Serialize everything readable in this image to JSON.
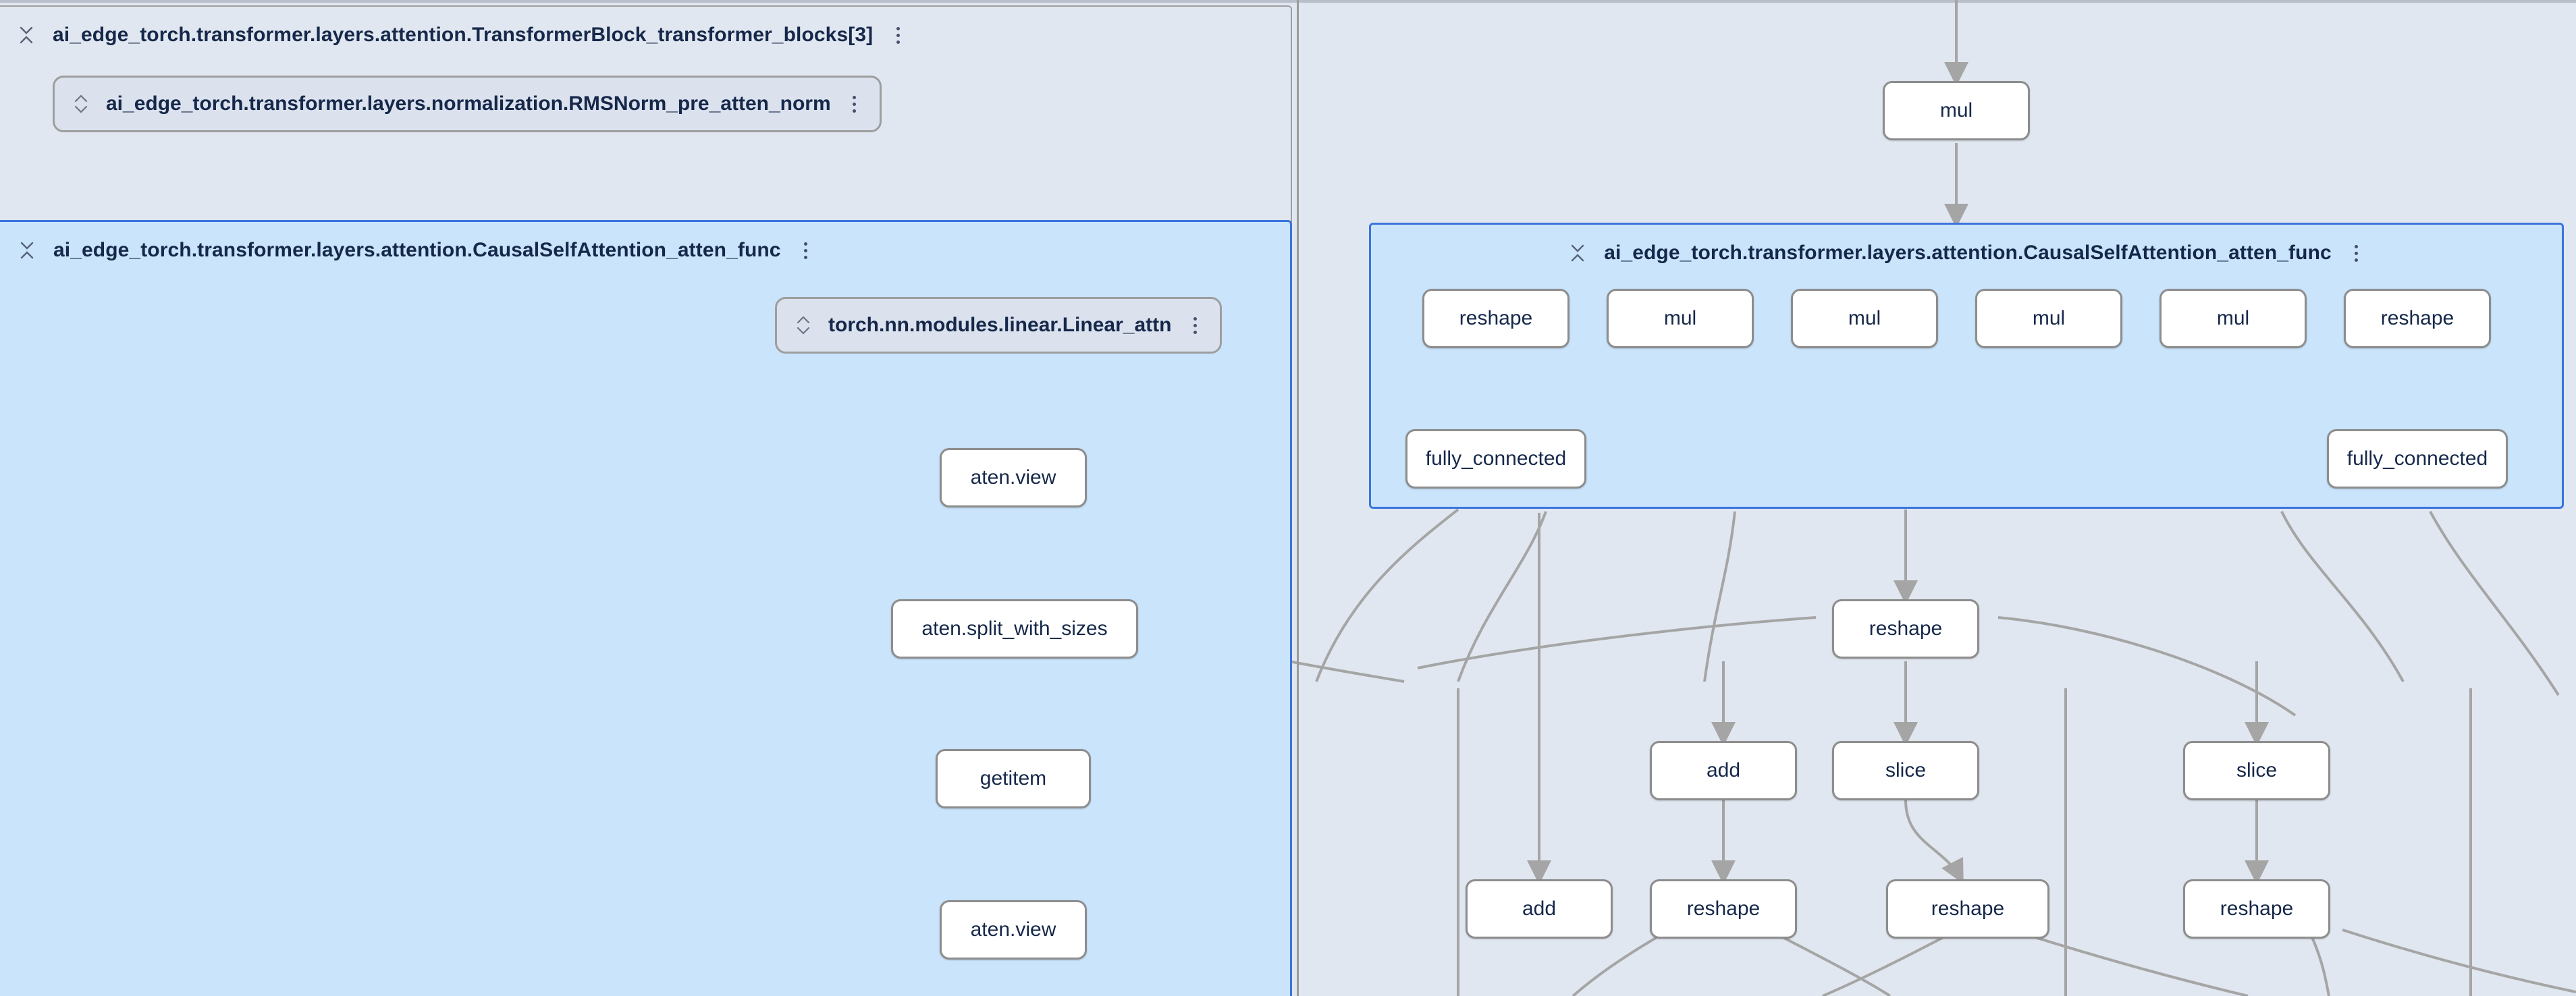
{
  "app": {
    "background_color": "#e1e7f0",
    "selected_group_fill": "#c9e4fb",
    "selected_group_border": "#3b74dd",
    "node_fill": "#ffffff",
    "node_border": "#8d8d8d",
    "text_color": "#16284a",
    "edge_color": "#a5a5a5"
  },
  "left_panel": {
    "outer_group": {
      "label": "ai_edge_torch.transformer.layers.attention.TransformerBlock_transformer_blocks[3]",
      "collapse_icon": "collapse-icon",
      "more_icon": "more-options-icon"
    },
    "collapsed_modules": [
      {
        "label": "ai_edge_torch.transformer.layers.normalization.RMSNorm_pre_atten_norm",
        "expand_icon": "expand-icon",
        "more_icon": "more-options-icon"
      },
      {
        "label": "torch.nn.modules.linear.Linear_attn",
        "expand_icon": "expand-icon",
        "more_icon": "more-options-icon"
      }
    ],
    "selected_group": {
      "label": "ai_edge_torch.transformer.layers.attention.CausalSelfAttention_atten_func",
      "collapse_icon": "collapse-icon",
      "more_icon": "more-options-icon"
    },
    "nodes": [
      {
        "id": "l-view-1",
        "label": "aten.view"
      },
      {
        "id": "l-split",
        "label": "aten.split_with_sizes"
      },
      {
        "id": "l-getitem",
        "label": "getitem"
      },
      {
        "id": "l-view-2",
        "label": "aten.view"
      }
    ]
  },
  "right_panel": {
    "top_node": {
      "id": "r-mul-top",
      "label": "mul"
    },
    "selected_group": {
      "label": "ai_edge_torch.transformer.layers.attention.CausalSelfAttention_atten_func",
      "collapse_icon": "collapse-icon",
      "more_icon": "more-options-icon"
    },
    "group_row_nodes": [
      {
        "id": "r-reshape-a",
        "label": "reshape"
      },
      {
        "id": "r-mul-1",
        "label": "mul"
      },
      {
        "id": "r-mul-2",
        "label": "mul"
      },
      {
        "id": "r-mul-3",
        "label": "mul"
      },
      {
        "id": "r-mul-4",
        "label": "mul"
      },
      {
        "id": "r-reshape-b",
        "label": "reshape"
      }
    ],
    "group_fc_nodes": [
      {
        "id": "r-fc-left",
        "label": "fully_connected"
      },
      {
        "id": "r-fc-right",
        "label": "fully_connected"
      }
    ],
    "below_nodes_row1": [
      {
        "id": "r-reshape-c",
        "label": "reshape"
      }
    ],
    "below_nodes_row2": [
      {
        "id": "r-add-1",
        "label": "add"
      },
      {
        "id": "r-slice-1",
        "label": "slice"
      },
      {
        "id": "r-slice-2",
        "label": "slice"
      }
    ],
    "below_nodes_row3": [
      {
        "id": "r-add-2",
        "label": "add"
      },
      {
        "id": "r-reshape-d",
        "label": "reshape"
      },
      {
        "id": "r-reshape-e",
        "label": "reshape"
      },
      {
        "id": "r-reshape-f",
        "label": "reshape"
      }
    ]
  }
}
